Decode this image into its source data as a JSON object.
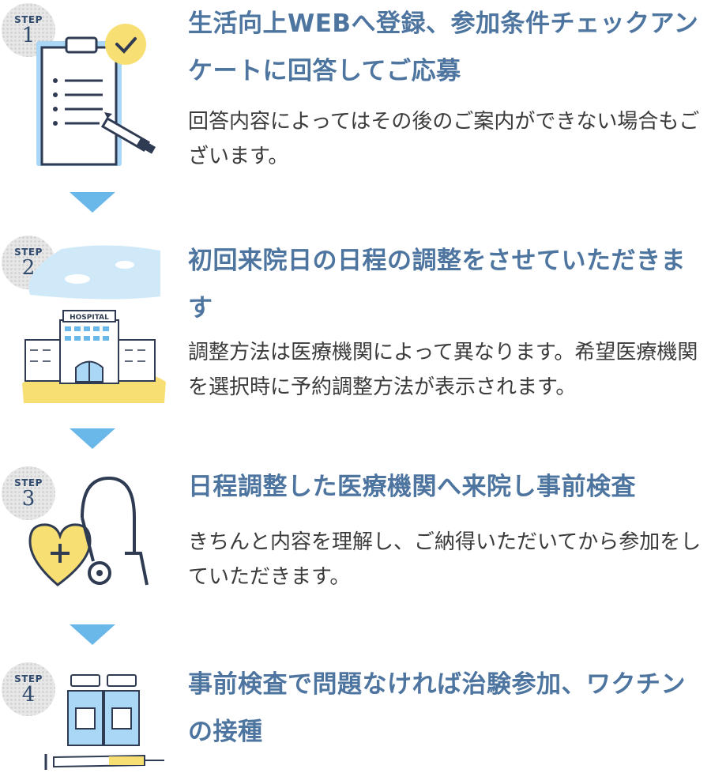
{
  "steps": [
    {
      "label": "STEP",
      "number": "1",
      "title": "生活向上WEBへ登録、参加条件チェックアンケートに回答してご応募",
      "description": "回答内容によってはその後のご案内ができない場合もございます。",
      "illustration": "clipboard-checklist-icon"
    },
    {
      "label": "STEP",
      "number": "2",
      "title": "初回来院日の日程の調整をさせていただきます",
      "description": "調整方法は医療機関によって異なります。希望医療機関を選択時に予約調整方法が表示されます。",
      "illustration": "hospital-icon",
      "sign_text": "HOSPITAL"
    },
    {
      "label": "STEP",
      "number": "3",
      "title": "日程調整した医療機関へ来院し事前検査",
      "description": "きちんと内容を理解し、ご納得いただいてから参加をしていただきます。",
      "illustration": "stethoscope-heart-icon"
    },
    {
      "label": "STEP",
      "number": "4",
      "title": "事前検査で問題なければ治験参加、ワクチンの接種",
      "description": "",
      "illustration": "vaccine-vials-syringe-icon"
    }
  ],
  "colors": {
    "title": "#4d75a0",
    "text": "#3b3b3b",
    "arrow": "#6ab8ea",
    "badge": "#e7e7e7",
    "accent_yellow": "#f7df74",
    "accent_blue": "#a9d7f5"
  }
}
